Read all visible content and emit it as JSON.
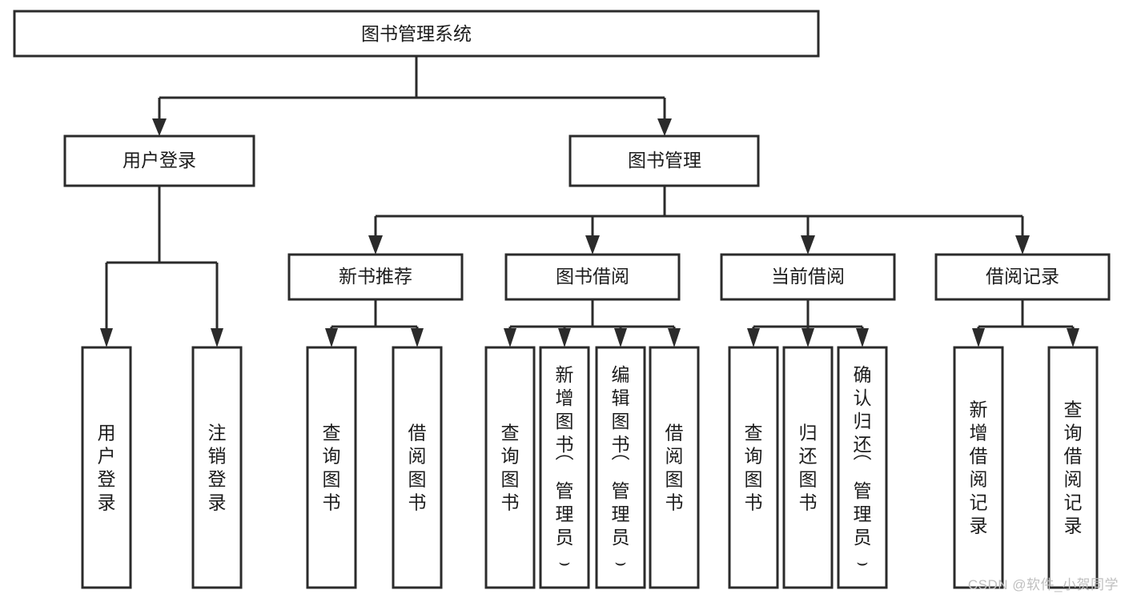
{
  "diagram": {
    "type": "tree-hierarchy-flowchart",
    "orientation": "top-down",
    "style": {
      "box_fill": "#ffffff",
      "box_stroke": "#2b2b2b",
      "connector_color": "#2b2b2b",
      "text_color": "#1c1c1c",
      "background": "#ffffff"
    },
    "root": {
      "label": "图书管理系统"
    },
    "level2": [
      {
        "label": "用户登录"
      },
      {
        "label": "图书管理"
      }
    ],
    "level3": [
      {
        "label": "新书推荐"
      },
      {
        "label": "图书借阅"
      },
      {
        "label": "当前借阅"
      },
      {
        "label": "借阅记录"
      }
    ],
    "leaves": {
      "user_login": [
        {
          "label": "用户登录"
        },
        {
          "label": "注销登录"
        }
      ],
      "new_book_recommend": [
        {
          "label": "查询图书"
        },
        {
          "label": "借阅图书"
        }
      ],
      "book_borrow": [
        {
          "label": "查询图书"
        },
        {
          "label": "新增图书（管理员）"
        },
        {
          "label": "编辑图书（管理员）"
        },
        {
          "label": "借阅图书"
        }
      ],
      "current_borrow": [
        {
          "label": "查询图书"
        },
        {
          "label": "归还图书"
        },
        {
          "label": "确认归还（管理员）"
        }
      ],
      "borrow_record": [
        {
          "label": "新增借阅记录"
        },
        {
          "label": "查询借阅记录"
        }
      ]
    }
  },
  "watermark": {
    "text": "CSDN @软件_小贺同学"
  }
}
